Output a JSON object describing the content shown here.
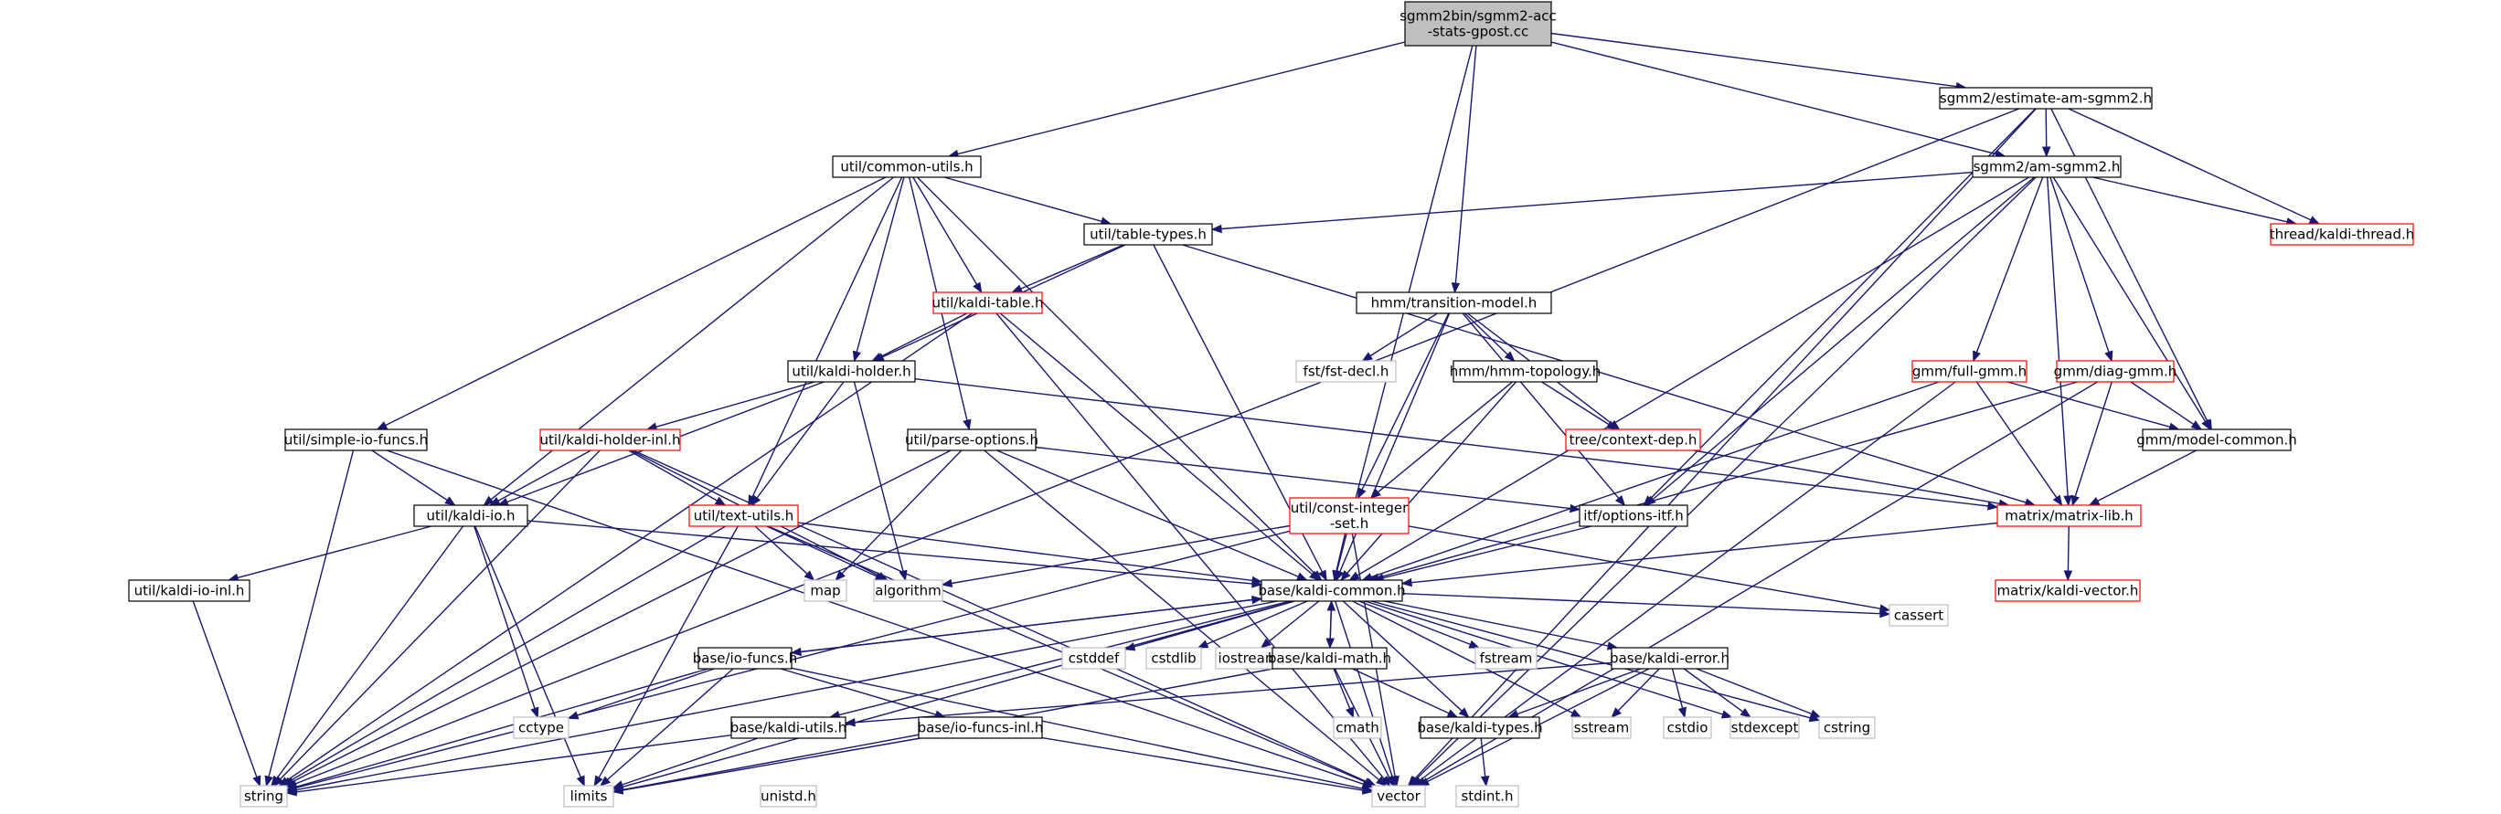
{
  "colors": {
    "edge": "#191970",
    "border_default": "#000000",
    "border_incomplete": "#ff0000",
    "border_external": "#bfbfbf",
    "root_fill": "#bfbfbf",
    "node_fill": "#ffffff"
  },
  "nodes": [
    {
      "id": "root",
      "lines": [
        "sgmm2bin/sgmm2-acc",
        "-stats-gpost.cc"
      ],
      "kind": "root"
    },
    {
      "id": "est",
      "lines": [
        "sgmm2/estimate-am-sgmm2.h"
      ],
      "kind": "default"
    },
    {
      "id": "cu",
      "lines": [
        "util/common-utils.h"
      ],
      "kind": "default"
    },
    {
      "id": "am",
      "lines": [
        "sgmm2/am-sgmm2.h"
      ],
      "kind": "default"
    },
    {
      "id": "tt",
      "lines": [
        "util/table-types.h"
      ],
      "kind": "default"
    },
    {
      "id": "thr",
      "lines": [
        "thread/kaldi-thread.h"
      ],
      "kind": "incomplete"
    },
    {
      "id": "ktab",
      "lines": [
        "util/kaldi-table.h"
      ],
      "kind": "incomplete"
    },
    {
      "id": "tm",
      "lines": [
        "hmm/transition-model.h"
      ],
      "kind": "default"
    },
    {
      "id": "kh",
      "lines": [
        "util/kaldi-holder.h"
      ],
      "kind": "default"
    },
    {
      "id": "fst",
      "lines": [
        "fst/fst-decl.h"
      ],
      "kind": "external"
    },
    {
      "id": "htop",
      "lines": [
        "hmm/hmm-topology.h"
      ],
      "kind": "default"
    },
    {
      "id": "fgmm",
      "lines": [
        "gmm/full-gmm.h"
      ],
      "kind": "incomplete"
    },
    {
      "id": "dgmm",
      "lines": [
        "gmm/diag-gmm.h"
      ],
      "kind": "incomplete"
    },
    {
      "id": "sio",
      "lines": [
        "util/simple-io-funcs.h"
      ],
      "kind": "default"
    },
    {
      "id": "khi",
      "lines": [
        "util/kaldi-holder-inl.h"
      ],
      "kind": "incomplete"
    },
    {
      "id": "po",
      "lines": [
        "util/parse-options.h"
      ],
      "kind": "default"
    },
    {
      "id": "cdep",
      "lines": [
        "tree/context-dep.h"
      ],
      "kind": "incomplete"
    },
    {
      "id": "mc",
      "lines": [
        "gmm/model-common.h"
      ],
      "kind": "default"
    },
    {
      "id": "kio",
      "lines": [
        "util/kaldi-io.h"
      ],
      "kind": "default"
    },
    {
      "id": "txt",
      "lines": [
        "util/text-utils.h"
      ],
      "kind": "incomplete"
    },
    {
      "id": "cis",
      "lines": [
        "util/const-integer",
        "-set.h"
      ],
      "kind": "incomplete"
    },
    {
      "id": "opt",
      "lines": [
        "itf/options-itf.h"
      ],
      "kind": "default"
    },
    {
      "id": "mlib",
      "lines": [
        "matrix/matrix-lib.h"
      ],
      "kind": "incomplete"
    },
    {
      "id": "kioinl",
      "lines": [
        "util/kaldi-io-inl.h"
      ],
      "kind": "default"
    },
    {
      "id": "map",
      "lines": [
        "map"
      ],
      "kind": "external"
    },
    {
      "id": "alg",
      "lines": [
        "algorithm"
      ],
      "kind": "external"
    },
    {
      "id": "kc",
      "lines": [
        "base/kaldi-common.h"
      ],
      "kind": "default"
    },
    {
      "id": "kvec",
      "lines": [
        "matrix/kaldi-vector.h"
      ],
      "kind": "incomplete"
    },
    {
      "id": "iof",
      "lines": [
        "base/io-funcs.h"
      ],
      "kind": "default"
    },
    {
      "id": "cstddef",
      "lines": [
        "cstddef"
      ],
      "kind": "external"
    },
    {
      "id": "cstdlib",
      "lines": [
        "cstdlib"
      ],
      "kind": "external"
    },
    {
      "id": "iostream",
      "lines": [
        "iostream"
      ],
      "kind": "external"
    },
    {
      "id": "kmath",
      "lines": [
        "base/kaldi-math.h"
      ],
      "kind": "default"
    },
    {
      "id": "fstream",
      "lines": [
        "fstream"
      ],
      "kind": "external"
    },
    {
      "id": "kerr",
      "lines": [
        "base/kaldi-error.h"
      ],
      "kind": "default"
    },
    {
      "id": "cassert",
      "lines": [
        "cassert"
      ],
      "kind": "external"
    },
    {
      "id": "cctype",
      "lines": [
        "cctype"
      ],
      "kind": "external"
    },
    {
      "id": "cmath",
      "lines": [
        "cmath"
      ],
      "kind": "external"
    },
    {
      "id": "kutils",
      "lines": [
        "base/kaldi-utils.h"
      ],
      "kind": "default"
    },
    {
      "id": "iofinl",
      "lines": [
        "base/io-funcs-inl.h"
      ],
      "kind": "default"
    },
    {
      "id": "ktypes",
      "lines": [
        "base/kaldi-types.h"
      ],
      "kind": "default"
    },
    {
      "id": "sstream",
      "lines": [
        "sstream"
      ],
      "kind": "external"
    },
    {
      "id": "cstdio",
      "lines": [
        "cstdio"
      ],
      "kind": "external"
    },
    {
      "id": "stdexcept",
      "lines": [
        "stdexcept"
      ],
      "kind": "external"
    },
    {
      "id": "cstring",
      "lines": [
        "cstring"
      ],
      "kind": "external"
    },
    {
      "id": "string",
      "lines": [
        "string"
      ],
      "kind": "external"
    },
    {
      "id": "limits",
      "lines": [
        "limits"
      ],
      "kind": "external"
    },
    {
      "id": "unistd",
      "lines": [
        "unistd.h"
      ],
      "kind": "external"
    },
    {
      "id": "vector",
      "lines": [
        "vector"
      ],
      "kind": "external"
    },
    {
      "id": "stdint",
      "lines": [
        "stdint.h"
      ],
      "kind": "external"
    }
  ],
  "edges": [
    [
      "root",
      "est"
    ],
    [
      "root",
      "cu"
    ],
    [
      "root",
      "am"
    ],
    [
      "root",
      "tm"
    ],
    [
      "root",
      "kc"
    ],
    [
      "est",
      "am"
    ],
    [
      "est",
      "thr"
    ],
    [
      "est",
      "string"
    ],
    [
      "est",
      "opt"
    ],
    [
      "est",
      "mc"
    ],
    [
      "est",
      "vector"
    ],
    [
      "cu",
      "tt"
    ],
    [
      "cu",
      "ktab"
    ],
    [
      "cu",
      "kh"
    ],
    [
      "cu",
      "sio"
    ],
    [
      "cu",
      "po"
    ],
    [
      "cu",
      "kio"
    ],
    [
      "cu",
      "txt"
    ],
    [
      "cu",
      "kc"
    ],
    [
      "am",
      "tt"
    ],
    [
      "am",
      "thr"
    ],
    [
      "am",
      "fgmm"
    ],
    [
      "am",
      "dgmm"
    ],
    [
      "am",
      "mc"
    ],
    [
      "am",
      "mlib"
    ],
    [
      "am",
      "opt"
    ],
    [
      "am",
      "kc"
    ],
    [
      "am",
      "vector"
    ],
    [
      "tt",
      "ktab"
    ],
    [
      "tt",
      "kh"
    ],
    [
      "tt",
      "mlib"
    ],
    [
      "tt",
      "kc"
    ],
    [
      "ktab",
      "kh"
    ],
    [
      "ktab",
      "kc"
    ],
    [
      "ktab",
      "string"
    ],
    [
      "ktab",
      "vector"
    ],
    [
      "tm",
      "fst"
    ],
    [
      "tm",
      "htop"
    ],
    [
      "tm",
      "cdep"
    ],
    [
      "tm",
      "cis"
    ],
    [
      "tm",
      "opt"
    ],
    [
      "tm",
      "kc"
    ],
    [
      "kh",
      "khi"
    ],
    [
      "kh",
      "kio"
    ],
    [
      "kh",
      "txt"
    ],
    [
      "kh",
      "alg"
    ],
    [
      "kh",
      "mlib"
    ],
    [
      "htop",
      "cdep"
    ],
    [
      "htop",
      "cis"
    ],
    [
      "htop",
      "kc"
    ],
    [
      "fgmm",
      "mc"
    ],
    [
      "fgmm",
      "mlib"
    ],
    [
      "fgmm",
      "kc"
    ],
    [
      "fgmm",
      "vector"
    ],
    [
      "dgmm",
      "mc"
    ],
    [
      "dgmm",
      "mlib"
    ],
    [
      "dgmm",
      "kc"
    ],
    [
      "dgmm",
      "vector"
    ],
    [
      "sio",
      "kio"
    ],
    [
      "sio",
      "string"
    ],
    [
      "sio",
      "vector"
    ],
    [
      "khi",
      "kio"
    ],
    [
      "khi",
      "txt"
    ],
    [
      "khi",
      "alg"
    ],
    [
      "khi",
      "string"
    ],
    [
      "khi",
      "vector"
    ],
    [
      "po",
      "map"
    ],
    [
      "po",
      "string"
    ],
    [
      "po",
      "kc"
    ],
    [
      "po",
      "opt"
    ],
    [
      "po",
      "vector"
    ],
    [
      "cdep",
      "mlib"
    ],
    [
      "mc",
      "mlib"
    ],
    [
      "kio",
      "kioinl"
    ],
    [
      "kio",
      "kc"
    ],
    [
      "kio",
      "cctype"
    ],
    [
      "kio",
      "string"
    ],
    [
      "kio",
      "limits"
    ],
    [
      "txt",
      "kc"
    ],
    [
      "txt",
      "map"
    ],
    [
      "txt",
      "alg"
    ],
    [
      "txt",
      "string"
    ],
    [
      "txt",
      "limits"
    ],
    [
      "txt",
      "vector"
    ],
    [
      "cis",
      "kc"
    ],
    [
      "cis",
      "alg"
    ],
    [
      "cis",
      "string"
    ],
    [
      "cis",
      "cassert"
    ],
    [
      "cis",
      "vector"
    ],
    [
      "opt",
      "kc"
    ],
    [
      "mlib",
      "kc"
    ],
    [
      "mlib",
      "kvec"
    ],
    [
      "kioinl",
      "string"
    ],
    [
      "kc",
      "iof"
    ],
    [
      "kc",
      "kmath"
    ],
    [
      "kc",
      "kerr"
    ],
    [
      "kc",
      "ktypes"
    ],
    [
      "kc",
      "kutils"
    ],
    [
      "kc",
      "cstddef"
    ],
    [
      "kc",
      "cstdlib"
    ],
    [
      "kc",
      "iostream"
    ],
    [
      "kc",
      "fstream"
    ],
    [
      "kc",
      "sstream"
    ],
    [
      "kc",
      "stdexcept"
    ],
    [
      "kc",
      "cassert"
    ],
    [
      "kc",
      "cstring"
    ],
    [
      "kc",
      "limits"
    ],
    [
      "kc",
      "string"
    ],
    [
      "kc",
      "vector"
    ],
    [
      "iof",
      "kc"
    ],
    [
      "iof",
      "iofinl"
    ],
    [
      "iof",
      "cctype"
    ],
    [
      "iof",
      "string"
    ],
    [
      "iof",
      "vector"
    ],
    [
      "iof",
      "limits"
    ],
    [
      "kmath",
      "kc"
    ],
    [
      "kmath",
      "ktypes"
    ],
    [
      "kmath",
      "cmath"
    ],
    [
      "kmath",
      "vector"
    ],
    [
      "kmath",
      "limits"
    ],
    [
      "kerr",
      "ktypes"
    ],
    [
      "kerr",
      "kutils"
    ],
    [
      "kerr",
      "sstream"
    ],
    [
      "kerr",
      "cstdio"
    ],
    [
      "kerr",
      "stdexcept"
    ],
    [
      "kerr",
      "cstring"
    ],
    [
      "kerr",
      "vector"
    ],
    [
      "kutils",
      "string"
    ],
    [
      "kutils",
      "limits"
    ],
    [
      "iofinl",
      "limits"
    ],
    [
      "iofinl",
      "vector"
    ],
    [
      "ktypes",
      "stdint"
    ]
  ]
}
